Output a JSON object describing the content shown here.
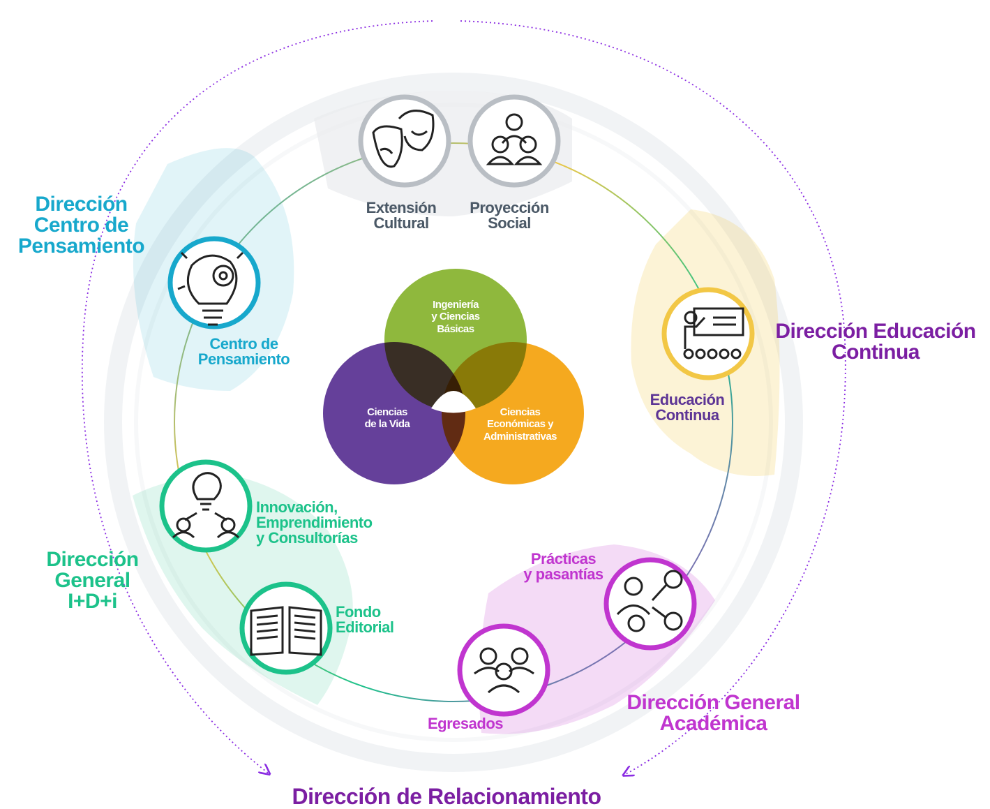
{
  "colors": {
    "cyan": "#17a8cc",
    "teal": "#1cc28a",
    "purple": "#7b1ea2",
    "magenta": "#c035cf",
    "gold": "#f2c745",
    "gray": "#4a5866",
    "green_circle": "#8fb83d",
    "orange_circle": "#f5a412",
    "violet_circle": "#5d3595"
  },
  "directions": {
    "pensamiento": [
      "Dirección",
      "Centro de",
      "Pensamiento"
    ],
    "educacion": [
      "Dirección Educación",
      "Continua"
    ],
    "idi": [
      "Dirección",
      "General",
      "I+D+i"
    ],
    "academica": [
      "Dirección General",
      "Académica"
    ],
    "relacionamiento": "Dirección de Relacionamiento"
  },
  "nodes": {
    "extension": {
      "label": [
        "Extensión",
        "Cultural"
      ],
      "icon": "theater-masks-icon"
    },
    "proyeccion": {
      "label": [
        "Proyección",
        "Social"
      ],
      "icon": "community-icon"
    },
    "centro": {
      "label": [
        "Centro de",
        "Pensamiento"
      ],
      "icon": "lightbulb-gear-icon"
    },
    "educacion": {
      "label": [
        "Educación",
        "Continua"
      ],
      "icon": "teacher-board-icon"
    },
    "innovacion": {
      "label": [
        "Innovación,",
        "Emprendimiento",
        "y Consultorías"
      ],
      "icon": "idea-network-icon"
    },
    "fondo": {
      "label": [
        "Fondo",
        "Editorial"
      ],
      "icon": "open-book-icon"
    },
    "practicas": {
      "label": [
        "Prácticas",
        "y pasantías"
      ],
      "icon": "business-network-icon"
    },
    "egresados": {
      "label": [
        "Egresados"
      ],
      "icon": "graduates-group-icon"
    }
  },
  "venn": {
    "top": [
      "Ingeniería",
      "y Ciencias",
      "Básicas"
    ],
    "left": [
      "Ciencias",
      "de la Vida"
    ],
    "right": [
      "Ciencias",
      "Económicas y",
      "Administrativas"
    ]
  }
}
